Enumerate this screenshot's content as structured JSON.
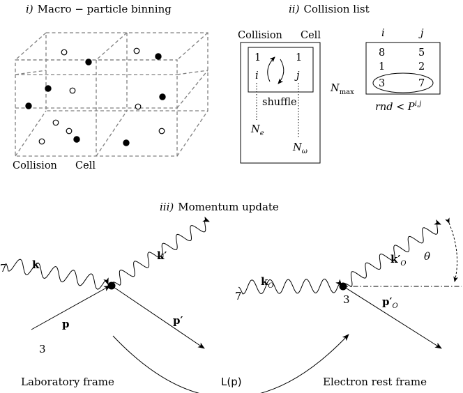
{
  "panel_i": {
    "numeral": "i)",
    "title": "Macro − particle binning",
    "label_collision": "Collision",
    "label_cell": "Cell"
  },
  "panel_ii": {
    "numeral": "ii)",
    "title": "Collision list",
    "header_collision": "Collision",
    "header_cell": "Cell",
    "left_top": "1",
    "right_top": "1",
    "left_var": "i",
    "right_var": "j",
    "shuffle": "shuffle",
    "Ne_main": "N",
    "Ne_sub": "e",
    "Nw_main": "N",
    "Nw_sub": "ω",
    "Nmax_main": "N",
    "Nmax_sub": "max",
    "table_head_i": "i",
    "table_head_j": "j",
    "table_rows": [
      [
        "8",
        "5"
      ],
      [
        "1",
        "2"
      ],
      [
        "3",
        "7"
      ]
    ],
    "condition_main": "rnd < P",
    "condition_sup": "i,j"
  },
  "panel_iii": {
    "numeral": "iii)",
    "title": "Momentum update",
    "lab": {
      "in_photon_index": "7",
      "in_electron_index": "3",
      "k": "k",
      "k_prime": "k′",
      "p": "p",
      "p_prime": "p′",
      "frame_label": "Laboratory frame"
    },
    "transform_label": "L(p)",
    "rest": {
      "in_photon_index": "7",
      "electron_index": "3",
      "kO_main": "k",
      "kO_sub": "O",
      "kOp_main": "k′",
      "kOp_sub": "O",
      "pOp_main": "p′",
      "pOp_sub": "O",
      "theta": "θ",
      "frame_label": "Electron rest frame"
    }
  }
}
